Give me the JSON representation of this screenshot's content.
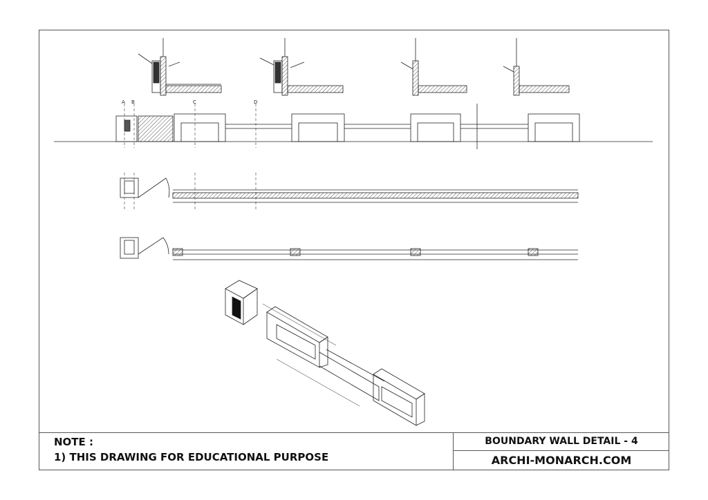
{
  "note": {
    "heading": "NOTE :",
    "line1": "1) THIS DRAWING FOR EDUCATIONAL PURPOSE"
  },
  "title": "BOUNDARY WALL DETAIL - 4",
  "website": "ARCHI-MONARCH.COM",
  "grid_labels": [
    "A",
    "B",
    "C",
    "D"
  ],
  "colors": {
    "line": "#222222",
    "frame": "#555555",
    "hatch": "#666666"
  }
}
